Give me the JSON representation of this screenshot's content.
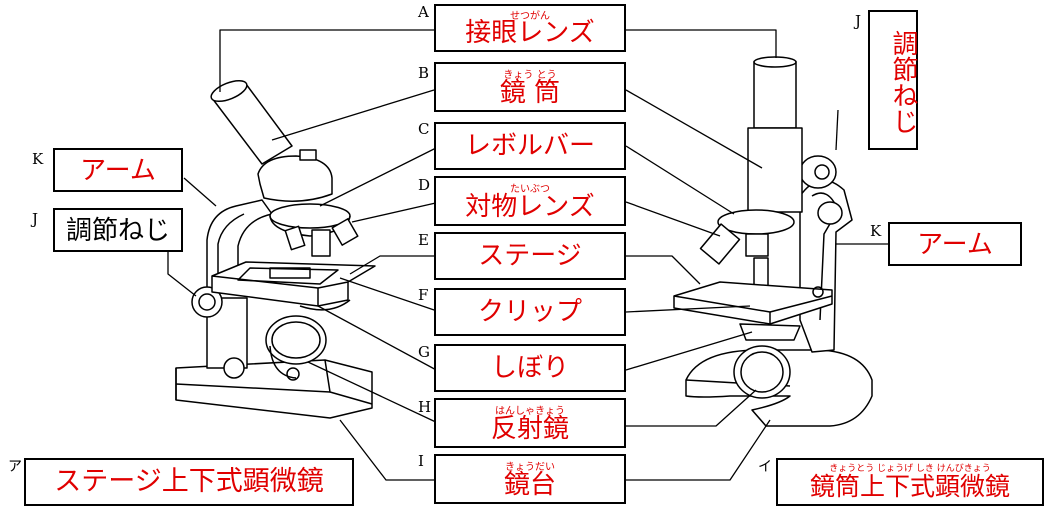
{
  "letters": {
    "A": "A",
    "B": "B",
    "C": "C",
    "D": "D",
    "E": "E",
    "F": "F",
    "G": "G",
    "H": "H",
    "I": "I",
    "J_left": "J",
    "J_right": "J",
    "K_left": "K",
    "K_right": "K",
    "a": "ア",
    "i": "イ"
  },
  "labels": {
    "eyepiece": {
      "text": "接眼レンズ",
      "ruby": "せつがん"
    },
    "tube": {
      "text": "鏡 筒",
      "ruby": "きょう とう"
    },
    "revolver": {
      "text": "レボルバー"
    },
    "objective": {
      "text": "対物レンズ",
      "ruby": "たいぶつ"
    },
    "stage": {
      "text": "ステージ"
    },
    "clip": {
      "text": "クリップ"
    },
    "diaphragm": {
      "text": "しぼり"
    },
    "mirror": {
      "text": "反射鏡",
      "ruby": "はんしゃきょう"
    },
    "base": {
      "text": "鏡台",
      "ruby": "きょうだい"
    },
    "arm_left": {
      "text": "アーム"
    },
    "adjust_left": {
      "text": "調節ねじ"
    },
    "arm_right": {
      "text": "アーム"
    },
    "adjust_right": {
      "text": "調節ねじ"
    },
    "type_a": {
      "text": "ステージ上下式顕微鏡"
    },
    "type_i": {
      "text": "鏡筒上下式顕微鏡",
      "ruby": "きょうとう じょうげ しき けんびきょう"
    }
  },
  "colors": {
    "label": "#e00000",
    "line": "#000000"
  }
}
